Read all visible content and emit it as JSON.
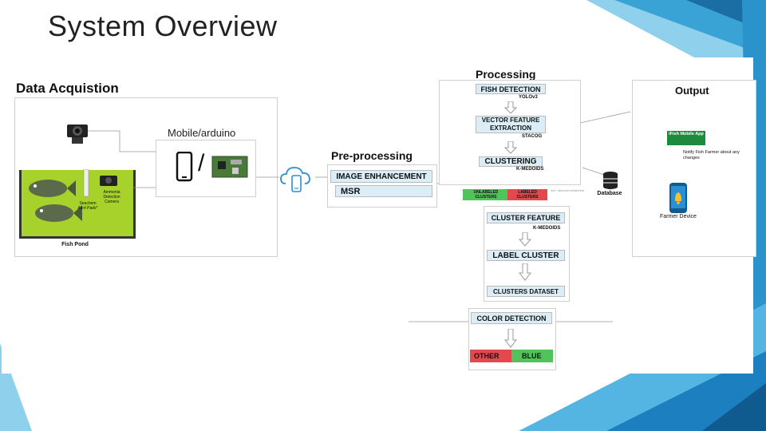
{
  "slide": {
    "title": "System Overview"
  },
  "acquisition": {
    "title": "Data Acquistion",
    "caption": "Fish Pond",
    "seaborn_label": "Seachem Alert Pads*",
    "ammonia_label": "Ammonia Detection Camera",
    "mobile_title": "Mobile/arduino",
    "slash": "/"
  },
  "preprocessing": {
    "title": "Pre-processing",
    "step1": "IMAGE ENHANCEMENT",
    "step2": "MSR"
  },
  "processing": {
    "title": "Processing",
    "fish_detection": "FISH DETECTION",
    "yolo": "YOLOv3",
    "vector_feature": "VECTOR FEATURE EXTRACTION",
    "stacog": "STACOG",
    "clustering": "CLUSTERING",
    "kmedoids1": "K-MEDOIDS",
    "unlabeled": "UNLABELED CLUSTERS",
    "labeled": "LABELED CLUSTERS",
    "side_note": "see: discovered/labeled",
    "cluster_feature": "CLUSTER FEATURE",
    "kmedoids2": "K-MEDOIDS",
    "label_cluster": "LABEL CLUSTER",
    "clusters_dataset": "CLUSTERS DATASET",
    "color_detection": "COLOR DETECTION",
    "other": "OTHER",
    "blue": "BLUE"
  },
  "output": {
    "title": "Output",
    "database": "Database",
    "app": "iFish Mobile App",
    "notify": "Notify Fish Farmer about any changes",
    "device": "Farmer Device"
  },
  "colors": {
    "step_fill": "#dbeef7",
    "pond_water": "#a6d22b",
    "other_red": "#e2484d",
    "blue_green": "#52c35a",
    "app_green": "#1e8a3c",
    "accent_blue": "#2b8fd6"
  }
}
